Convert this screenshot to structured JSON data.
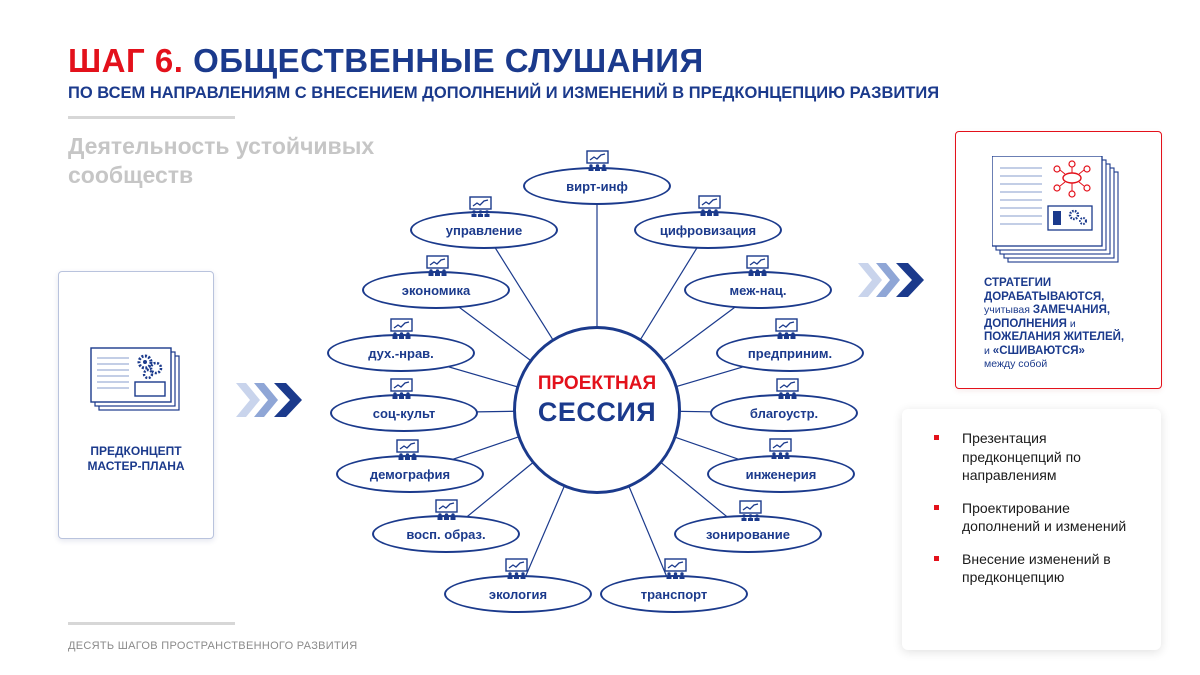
{
  "header": {
    "title_step": "ШАГ 6.",
    "title_main": "ОБЩЕСТВЕННЫЕ СЛУШАНИЯ",
    "subtitle": "ПО ВСЕМ НАПРАВЛЕНИЯМ С ВНЕСЕНИЕМ ДОПОЛНЕНИЙ И ИЗМЕНЕНИЙ В ПРЕДКОНЦЕПЦИЮ РАЗВИТИЯ"
  },
  "section_label": "Деятельность устойчивых сообществ",
  "left_panel": {
    "caption_line1": "ПРЕДКОНЦЕПТ",
    "caption_line2": "МАСТЕР-ПЛАНА"
  },
  "center": {
    "line1": "ПРОЕКТНАЯ",
    "line2": "СЕССИЯ"
  },
  "nodes": [
    "вирт-инф",
    "цифровизация",
    "меж-нац.",
    "предприним.",
    "благоустр.",
    "инженерия",
    "зонирование",
    "транспорт",
    "экология",
    "восп. образ.",
    "демография",
    "соц-культ",
    "дух.-нрав.",
    "экономика",
    "управление"
  ],
  "right_top_panel": {
    "l1": "СТРАТЕГИИ",
    "l2": "ДОРАБАТЫВАЮТСЯ,",
    "l3a": "учитывая ",
    "l3b": "ЗАМЕЧАНИЯ,",
    "l4a": "ДОПОЛНЕНИЯ",
    "l4b": " и",
    "l5": "ПОЖЕЛАНИЯ ЖИТЕЛЕЙ,",
    "l6a": "и ",
    "l6b": "«СШИВАЮТСЯ»",
    "l7": "между собой"
  },
  "right_bottom_panel": {
    "items": [
      "Презентация предконцепций по направлениям",
      "Проектирование дополнений и изменений",
      "Внесение изменений в предконцепцию"
    ]
  },
  "footer": "ДЕСЯТЬ ШАГОВ ПРОСТРАНСТВЕННОГО РАЗВИТИЯ",
  "colors": {
    "brand_blue": "#1b3a8c",
    "accent_red": "#e3111b",
    "muted_gray": "#c6c6c6"
  },
  "icons": {
    "node": "presentation-board-icon",
    "document": "document-stack-icon",
    "arrows": "chevron-arrows-icon"
  }
}
